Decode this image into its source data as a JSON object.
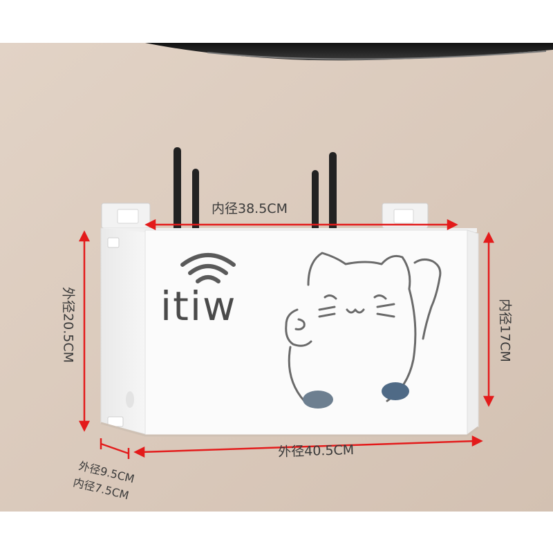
{
  "product": {
    "panel_text": "itiw",
    "colors": {
      "wall": "#dccbbd",
      "box": "#fbfbfb",
      "antenna": "#222222",
      "arrow": "#e31b1b",
      "label_text": "#3a3a3a",
      "tv_screen": "#1a1a1a"
    }
  },
  "dimensions": {
    "inner_width": "内径38.5CM",
    "outer_width": "外径40.5CM",
    "outer_height": "外径20.5CM",
    "inner_height": "内径17CM",
    "outer_depth": "外径9.5CM",
    "inner_depth": "内径7.5CM"
  }
}
